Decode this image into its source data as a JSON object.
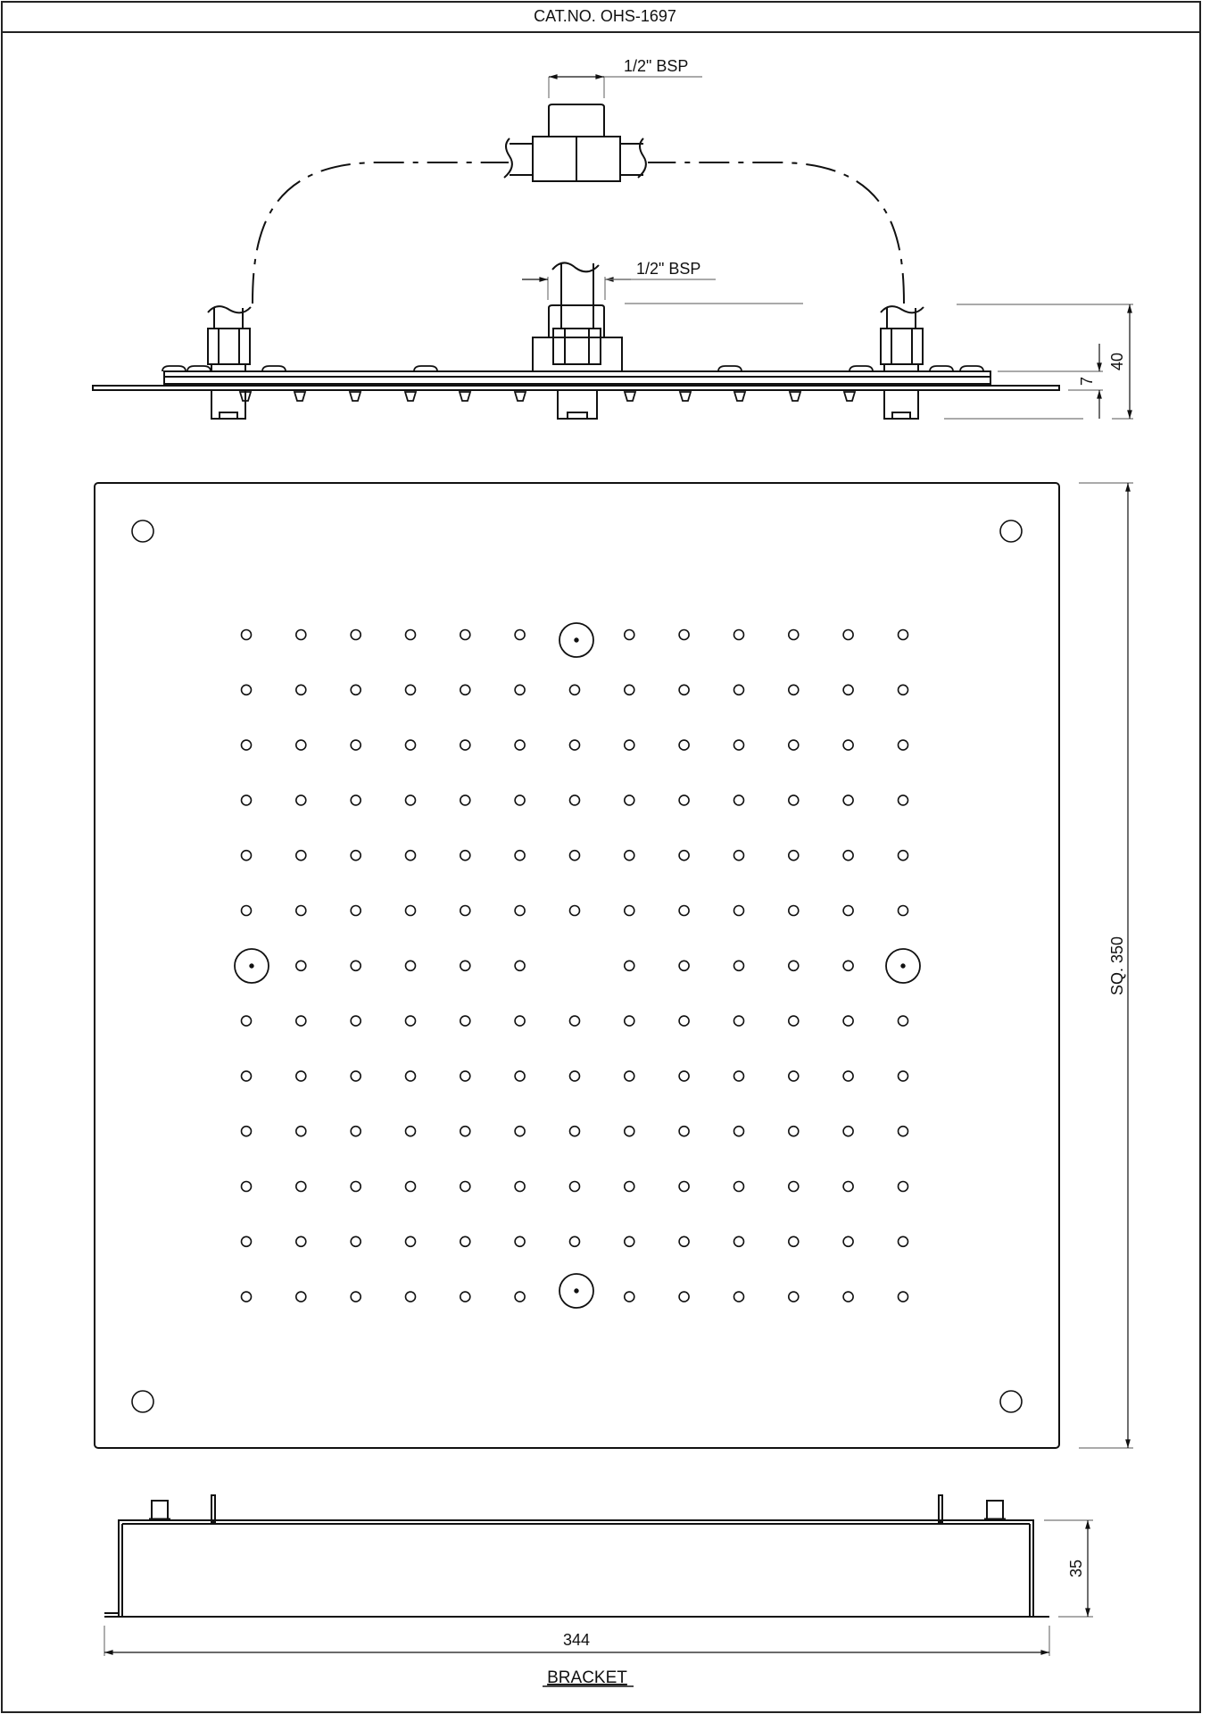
{
  "header": {
    "catalog_label": "CAT.NO. OHS-1697"
  },
  "top_view": {
    "inlet_label": "1/2\" BSP",
    "center_inlet_label": "1/2\" BSP",
    "dim_total_height": "40",
    "dim_plate_height": "7"
  },
  "plan_view": {
    "dim_square": "SQ. 350",
    "nozzle_grid": {
      "rows": 13,
      "cols": 13
    },
    "large_nozzles": [
      "top-center",
      "middle-left",
      "middle-right",
      "bottom-center"
    ],
    "corner_holes": 4
  },
  "bracket_view": {
    "dim_width": "344",
    "dim_height": "35",
    "caption": "BRACKET"
  },
  "colors": {
    "line": "#111111",
    "dim_line": "#777777",
    "background": "#ffffff"
  }
}
